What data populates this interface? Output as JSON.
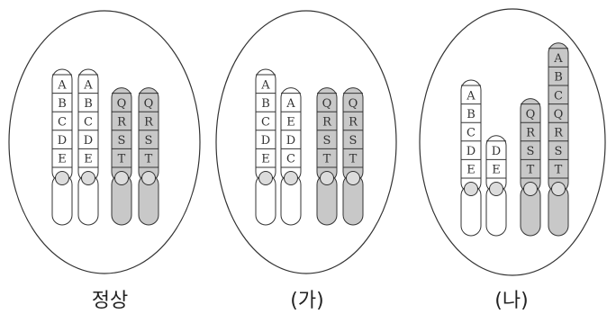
{
  "cells": [
    {
      "caption": "정상",
      "chromosomes": [
        {
          "shaded": false,
          "genes": [
            "A",
            "B",
            "C",
            "D",
            "E"
          ]
        },
        {
          "shaded": false,
          "genes": [
            "A",
            "B",
            "C",
            "D",
            "E"
          ]
        },
        {
          "shaded": true,
          "genes": [
            "Q",
            "R",
            "S",
            "T"
          ]
        },
        {
          "shaded": true,
          "genes": [
            "Q",
            "R",
            "S",
            "T"
          ]
        }
      ]
    },
    {
      "caption": "(가)",
      "chromosomes": [
        {
          "shaded": false,
          "genes": [
            "A",
            "B",
            "C",
            "D",
            "E"
          ]
        },
        {
          "shaded": false,
          "genes": [
            "A",
            "E",
            "D",
            "C"
          ]
        },
        {
          "shaded": true,
          "genes": [
            "Q",
            "R",
            "S",
            "T"
          ]
        },
        {
          "shaded": true,
          "genes": [
            "Q",
            "R",
            "S",
            "T"
          ]
        }
      ]
    },
    {
      "caption": "(나)",
      "chromosomes": [
        {
          "shaded": false,
          "genes": [
            "A",
            "B",
            "C",
            "D",
            "E"
          ]
        },
        {
          "shaded": false,
          "genes": [
            "D",
            "E"
          ]
        },
        {
          "shaded": true,
          "genes": [
            "Q",
            "R",
            "S",
            "T"
          ]
        },
        {
          "shaded": true,
          "genes": [
            "A",
            "B",
            "C",
            "Q",
            "R",
            "S",
            "T"
          ]
        }
      ]
    }
  ],
  "colors": {
    "outline": "#333333",
    "white_fill": "#ffffff",
    "shaded_fill": "#c8c8c8",
    "centromere": "#dcdcdc",
    "text": "#333333"
  }
}
